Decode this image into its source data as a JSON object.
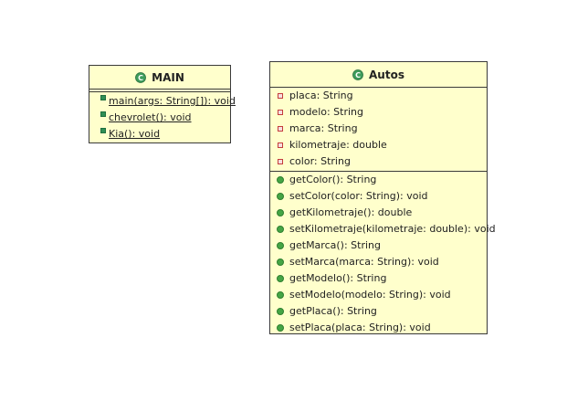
{
  "diagram": {
    "classes": [
      {
        "id": "main",
        "title": "MAIN",
        "icon": "class-c-icon",
        "colors": {
          "fill": "#ffffcc",
          "border": "#3a3a3a",
          "icon": "#3e9c5b"
        },
        "attributes": [],
        "methods": [
          {
            "text": "main(args: String[]): void",
            "visibility": "public",
            "static": true
          },
          {
            "text": "chevrolet(): void",
            "visibility": "public",
            "static": true
          },
          {
            "text": "Kia(): void",
            "visibility": "public",
            "static": true
          }
        ]
      },
      {
        "id": "autos",
        "title": "Autos",
        "icon": "class-c-icon",
        "colors": {
          "fill": "#ffffcc",
          "border": "#3a3a3a",
          "icon": "#3e9c5b"
        },
        "attributes": [
          {
            "text": "placa: String",
            "visibility": "private"
          },
          {
            "text": "modelo: String",
            "visibility": "private"
          },
          {
            "text": "marca: String",
            "visibility": "private"
          },
          {
            "text": "kilometraje: double",
            "visibility": "private"
          },
          {
            "text": "color: String",
            "visibility": "private"
          }
        ],
        "methods": [
          {
            "text": "getColor(): String",
            "visibility": "public"
          },
          {
            "text": "setColor(color: String): void",
            "visibility": "public"
          },
          {
            "text": "getKilometraje(): double",
            "visibility": "public"
          },
          {
            "text": "setKilometraje(kilometraje: double): void",
            "visibility": "public"
          },
          {
            "text": "getMarca(): String",
            "visibility": "public"
          },
          {
            "text": "setMarca(marca: String): void",
            "visibility": "public"
          },
          {
            "text": "getModelo(): String",
            "visibility": "public"
          },
          {
            "text": "setModelo(modelo: String): void",
            "visibility": "public"
          },
          {
            "text": "getPlaca(): String",
            "visibility": "public"
          },
          {
            "text": "setPlaca(placa: String): void",
            "visibility": "public"
          }
        ]
      }
    ]
  }
}
